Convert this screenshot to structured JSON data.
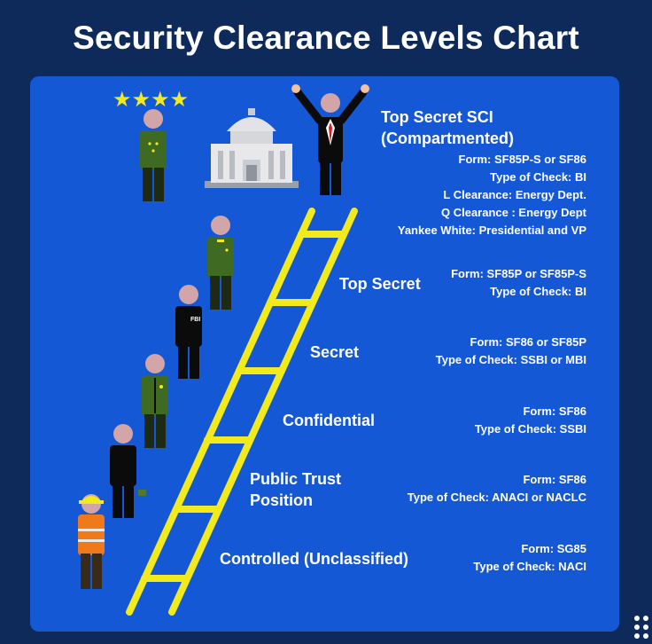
{
  "title": "Security Clearance Levels Chart",
  "decor": {
    "stars": "★★★★",
    "badge": "FBI"
  },
  "levels": [
    {
      "name": "Top Secret SCI (Compartmented)",
      "details": [
        "Form: SF85P-S or SF86",
        "Type of Check: BI",
        "L Clearance: Energy Dept.",
        "Q Clearance : Energy Dept",
        "Yankee White: Presidential and VP"
      ]
    },
    {
      "name": "Top Secret",
      "details": [
        "Form: SF85P or SF85P-S",
        "Type of Check: BI"
      ]
    },
    {
      "name": "Secret",
      "details": [
        "Form: SF86 or SF85P",
        "Type of Check: SSBI or MBI"
      ]
    },
    {
      "name": "Confidential",
      "details": [
        "Form: SF86",
        "Type of Check: SSBI"
      ]
    },
    {
      "name": "Public Trust Position",
      "details": [
        "Form: SF86",
        "Type of Check: ANACI or NACLC"
      ]
    },
    {
      "name": "Controlled (Unclassified)",
      "details": [
        "Form: SG85",
        "Type of Check: NACI"
      ]
    }
  ],
  "colors": {
    "background": "#0d2a5a",
    "panel": "#1458d6",
    "ladder": "#f2ea1c",
    "military_green": "#3f6a22",
    "suit_black": "#0b0b0b",
    "safety_vest": "#f07a1a"
  }
}
